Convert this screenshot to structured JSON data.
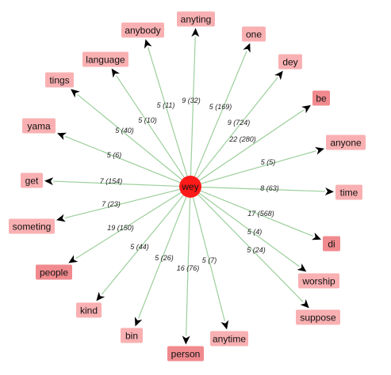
{
  "graph": {
    "center": {
      "label": "wey",
      "color": "#ff1a1a"
    },
    "edge_color": "#9ccf9c",
    "arrow_color": "#000000",
    "nodes": [
      {
        "label": "anyting",
        "edge_label": "9 (32)",
        "color": "#f9b0b2"
      },
      {
        "label": "one",
        "edge_label": "5 (169)",
        "color": "#f9b0b2"
      },
      {
        "label": "dey",
        "edge_label": "9 (724)",
        "color": "#f9b0b2"
      },
      {
        "label": "be",
        "edge_label": "22 (280)",
        "color": "#f08a8e"
      },
      {
        "label": "anyone",
        "edge_label": "5 (5)",
        "color": "#f9b0b2"
      },
      {
        "label": "time",
        "edge_label": "8 (63)",
        "color": "#f9b0b2"
      },
      {
        "label": "di",
        "edge_label": "17 (568)",
        "color": "#f08a8e"
      },
      {
        "label": "worship",
        "edge_label": "5 (4)",
        "color": "#f9b0b2"
      },
      {
        "label": "suppose",
        "edge_label": "5 (24)",
        "color": "#f9b0b2"
      },
      {
        "label": "anytime",
        "edge_label": "5 (7)",
        "color": "#f9b0b2"
      },
      {
        "label": "person",
        "edge_label": "16 (76)",
        "color": "#f08a8e"
      },
      {
        "label": "bin",
        "edge_label": "5 (26)",
        "color": "#f9b0b2"
      },
      {
        "label": "kind",
        "edge_label": "5 (44)",
        "color": "#f9b0b2"
      },
      {
        "label": "people",
        "edge_label": "19 (150)",
        "color": "#f08a8e"
      },
      {
        "label": "someting",
        "edge_label": "7 (23)",
        "color": "#f9b0b2"
      },
      {
        "label": "get",
        "edge_label": "7 (154)",
        "color": "#f9b0b2"
      },
      {
        "label": "yama",
        "edge_label": "5 (6)",
        "color": "#f9b0b2"
      },
      {
        "label": "tings",
        "edge_label": "5 (40)",
        "color": "#f9b0b2"
      },
      {
        "label": "language",
        "edge_label": "5 (10)",
        "color": "#f9b0b2"
      },
      {
        "label": "anybody",
        "edge_label": "5 (11)",
        "color": "#f9b0b2"
      }
    ]
  }
}
